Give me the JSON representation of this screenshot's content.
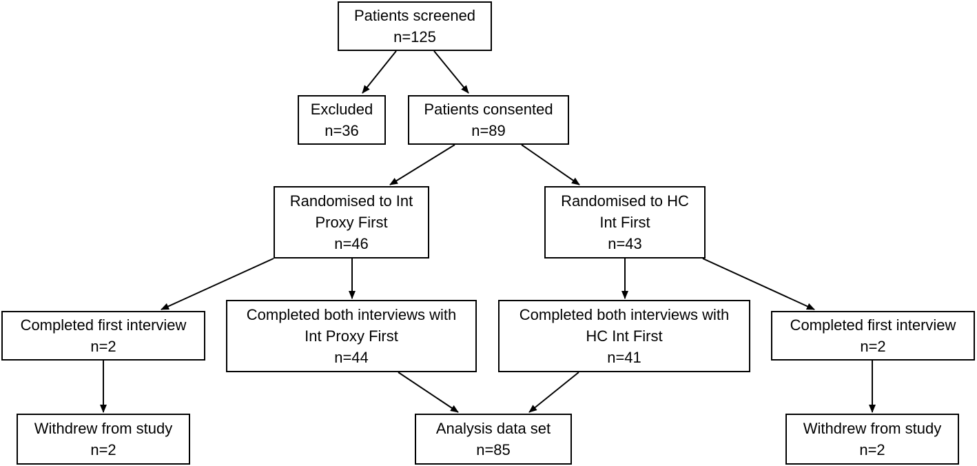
{
  "boxes": {
    "screened": {
      "lines": [
        "Patients screened",
        "n=125"
      ]
    },
    "excluded": {
      "lines": [
        "Excluded",
        "n=36"
      ]
    },
    "consented": {
      "lines": [
        "Patients consented",
        "n=89"
      ]
    },
    "rand_int": {
      "lines": [
        "Randomised to Int",
        "Proxy First",
        "n=46"
      ]
    },
    "rand_hc": {
      "lines": [
        "Randomised to HC",
        "Int First",
        "n=43"
      ]
    },
    "first_left": {
      "lines": [
        "Completed first interview",
        "n=2"
      ]
    },
    "both_int": {
      "lines": [
        "Completed both interviews with",
        "Int Proxy First",
        "n=44"
      ]
    },
    "both_hc": {
      "lines": [
        "Completed both interviews with",
        "HC Int First",
        "n=41"
      ]
    },
    "first_right": {
      "lines": [
        "Completed first interview",
        "n=2"
      ]
    },
    "withdrew_left": {
      "lines": [
        "Withdrew from study",
        "n=2"
      ]
    },
    "analysis": {
      "lines": [
        "Analysis data set",
        "n=85"
      ]
    },
    "withdrew_right": {
      "lines": [
        "Withdrew from study",
        "n=2"
      ]
    }
  },
  "edges": [
    [
      "screened",
      "excluded"
    ],
    [
      "screened",
      "consented"
    ],
    [
      "consented",
      "rand_int"
    ],
    [
      "consented",
      "rand_hc"
    ],
    [
      "rand_int",
      "first_left"
    ],
    [
      "rand_int",
      "both_int"
    ],
    [
      "rand_hc",
      "both_hc"
    ],
    [
      "rand_hc",
      "first_right"
    ],
    [
      "first_left",
      "withdrew_left"
    ],
    [
      "both_int",
      "analysis"
    ],
    [
      "both_hc",
      "analysis"
    ],
    [
      "first_right",
      "withdrew_right"
    ]
  ]
}
